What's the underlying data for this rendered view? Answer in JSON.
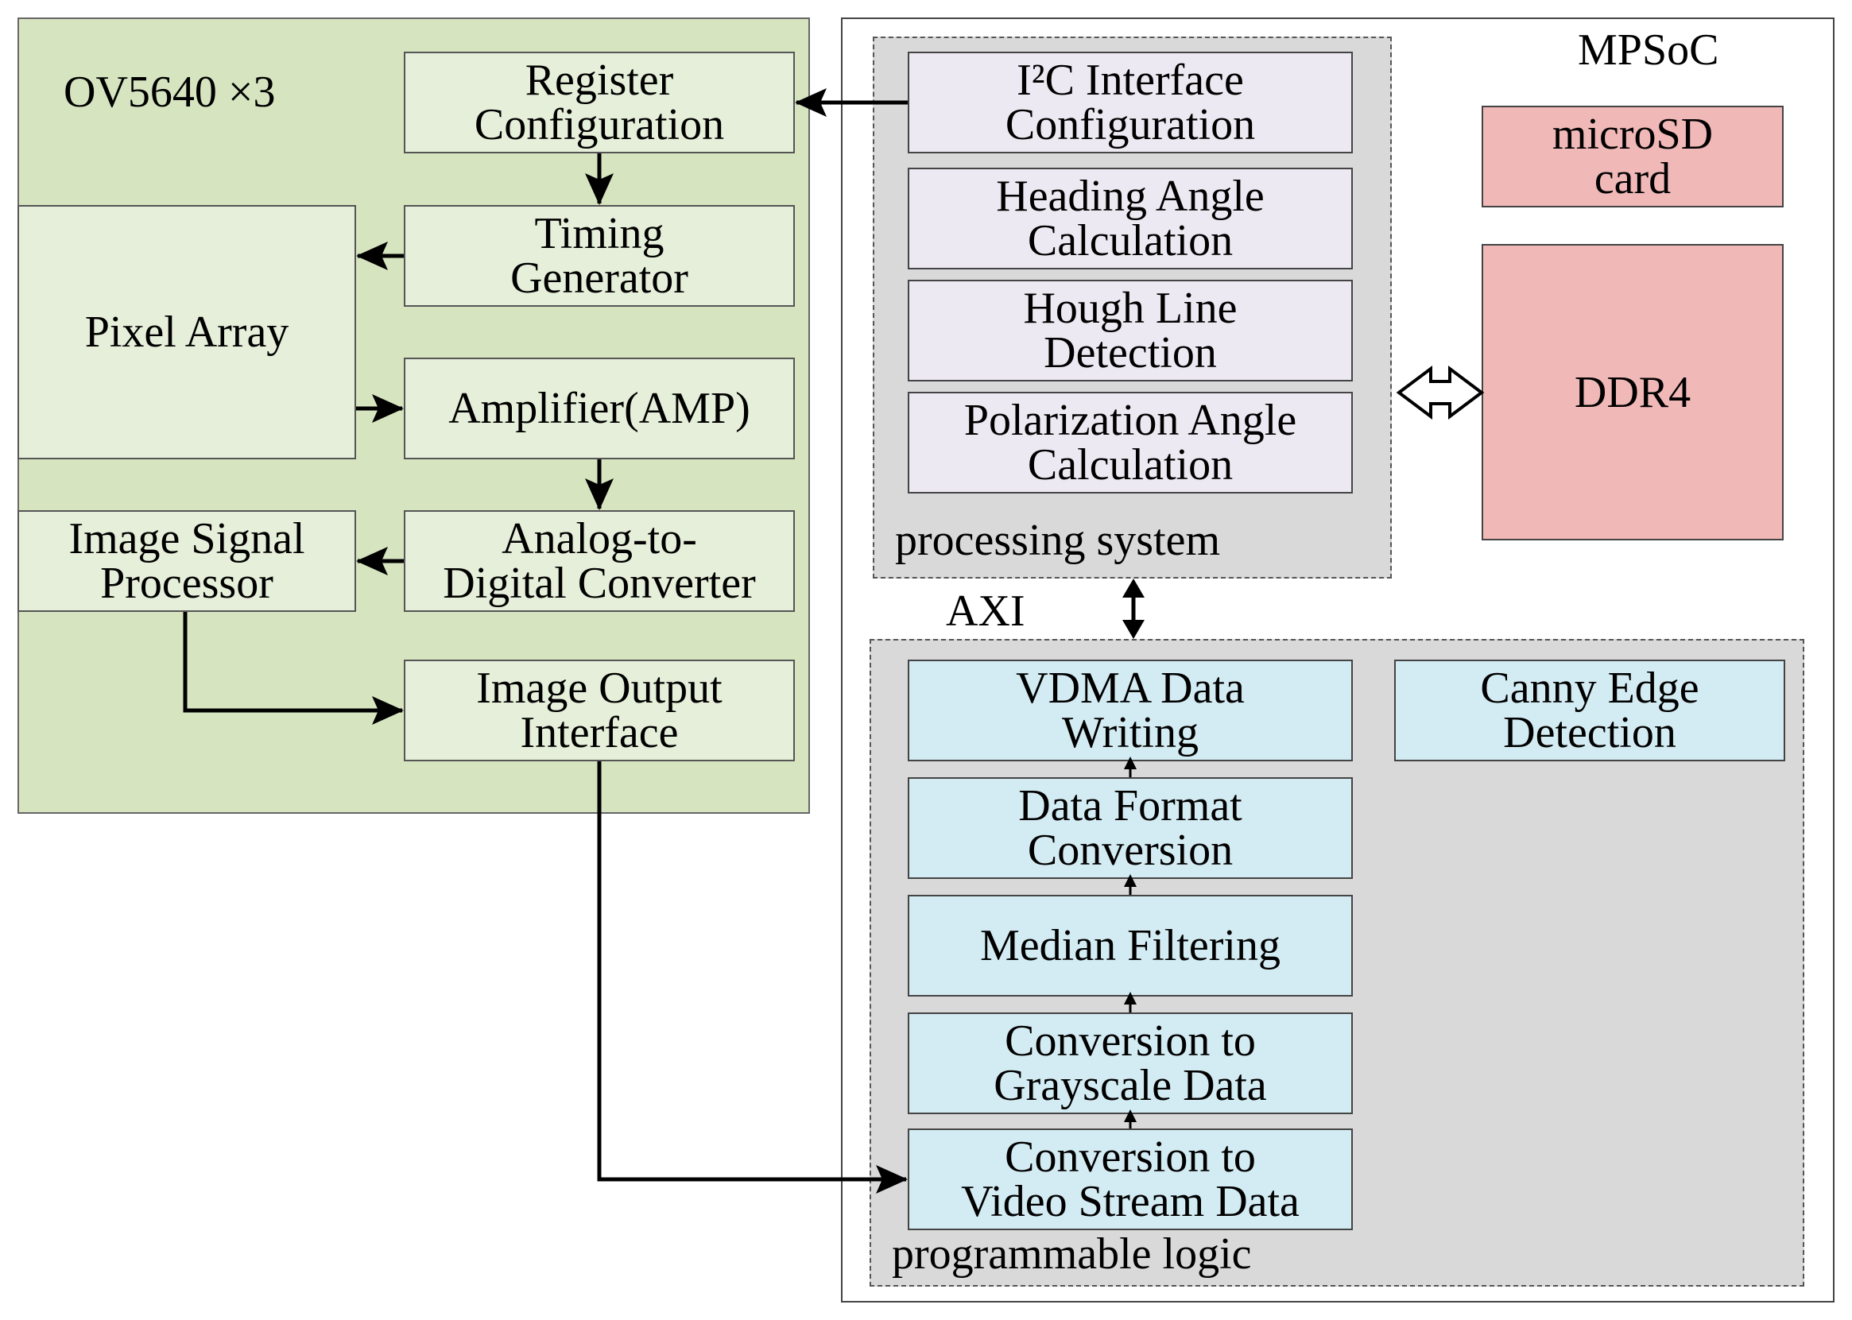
{
  "camera": {
    "title": "OV5640 ×3",
    "register_config": [
      "Register",
      "Configuration"
    ],
    "timing_generator": [
      "Timing",
      "Generator"
    ],
    "pixel_array": "Pixel Array",
    "amplifier": "Amplifier(AMP)",
    "adc": [
      "Analog-to-",
      "Digital Converter"
    ],
    "isp": [
      "Image Signal",
      "Processor"
    ],
    "image_output": [
      "Image Output",
      "Interface"
    ]
  },
  "mpsoc": {
    "title": "MPSoC",
    "microsd": [
      "microSD",
      "card"
    ],
    "ddr4": "DDR4",
    "axi": "AXI",
    "processing_system": {
      "label": "processing system",
      "blocks": [
        [
          "I²C Interface",
          "Configuration"
        ],
        [
          "Heading Angle",
          "Calculation"
        ],
        [
          "Hough Line",
          "Detection"
        ],
        [
          "Polarization Angle",
          "Calculation"
        ]
      ]
    },
    "programmable_logic": {
      "label": "programmable logic",
      "canny": [
        "Canny Edge",
        "Detection"
      ],
      "vdma": [
        "VDMA Data",
        "Writing"
      ],
      "format": [
        "Data Format",
        "Conversion"
      ],
      "median": "Median Filtering",
      "grayscale": [
        "Conversion to",
        "Grayscale Data"
      ],
      "video_stream": [
        "Conversion to",
        "Video Stream Data"
      ]
    }
  },
  "colors": {
    "camera_panel": "#d6e4c0",
    "camera_block": "#e6efd9",
    "ps_block": "#ede9f2",
    "pl_block": "#d3ebf2",
    "memory_block": "#f1b8b8",
    "system_panel": "#d9d9d9"
  }
}
